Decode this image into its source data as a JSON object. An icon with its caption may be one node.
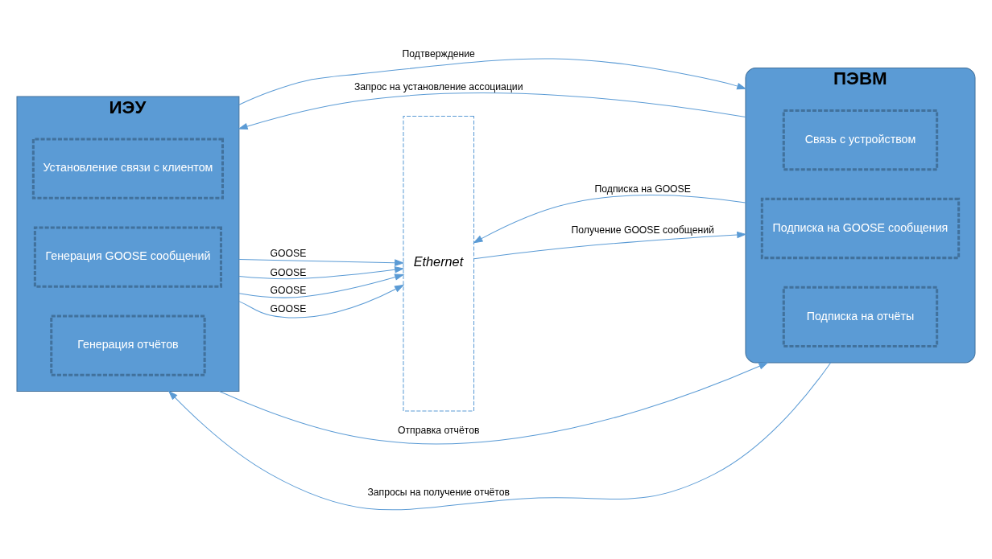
{
  "diagram": {
    "nodes": [
      {
        "text": [
          "ИЭУ"
        ]
      },
      {
        "text": [
          "Установление связи с клиентом"
        ],
        "in": 0
      },
      {
        "text": [
          "Генерация отчётов"
        ],
        "in": 0
      },
      {
        "text": [
          "Генерация GOOSE сообщений"
        ],
        "in": 0
      },
      {
        "text": [
          "ПЭВМ"
        ]
      },
      {
        "text": [
          "Связь с устройством"
        ],
        "in": 4
      },
      {
        "text": [
          "Подписка на отчёты"
        ],
        "in": 4
      },
      {
        "text": [
          "Подписка на GOOSE сообщения"
        ],
        "in": 4
      },
      {
        "text": [
          "Ethernet"
        ]
      }
    ],
    "edges": [
      {
        "from": 4,
        "to": 0,
        "arrow": "to",
        "label": "Запрос на установление ассоциации"
      },
      {
        "from": 0,
        "to": 4,
        "arrow": "to",
        "label": "Подтверждение"
      },
      {
        "from": 4,
        "to": 0,
        "arrow": "to",
        "label": "Запросы на получение отчётов"
      },
      {
        "from": 0,
        "to": 4,
        "arrow": "to",
        "label": "Отправка отчётов"
      },
      {
        "from": 0,
        "to": 8,
        "arrow": "to",
        "label": "GOOSE"
      },
      {
        "from": 0,
        "to": 8,
        "arrow": "to",
        "label": "GOOSE"
      },
      {
        "from": 0,
        "to": 8,
        "arrow": "to",
        "label": "GOOSE"
      },
      {
        "from": 0,
        "to": 8,
        "arrow": "to",
        "label": "GOOSE"
      },
      {
        "from": 4,
        "to": 8,
        "arrow": "to",
        "label": "Подписка на GOOSE"
      },
      {
        "from": 8,
        "to": 4,
        "arrow": "to",
        "label": "Получение GOOSE сообщений"
      }
    ]
  }
}
